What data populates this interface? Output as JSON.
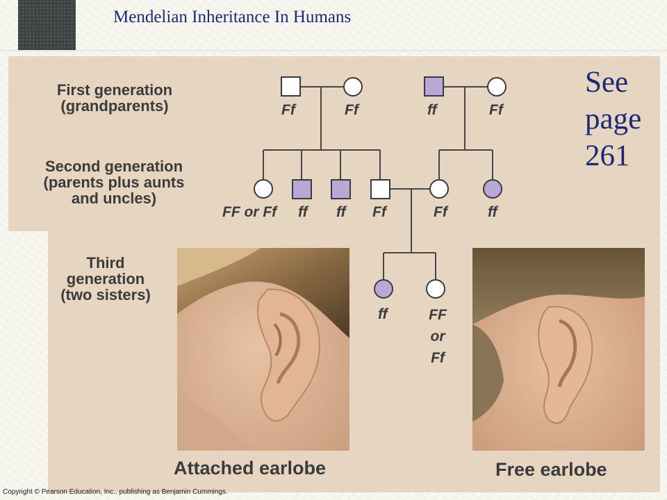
{
  "slide": {
    "title": "Mendelian Inheritance In Humans",
    "see_page": [
      "See",
      "page",
      "261"
    ],
    "copyright": "Copyright © Pearson Education, Inc., publishing as Benjamin Cummings."
  },
  "pedigree": {
    "generations": [
      {
        "line1": "First generation",
        "line2": "(grandparents)",
        "line3": ""
      },
      {
        "line1": "Second generation",
        "line2": "(parents plus aunts",
        "line3": "and uncles)"
      },
      {
        "line1": "Third",
        "line2": "generation",
        "line3": "(two sisters)"
      }
    ],
    "first_generation": [
      "Ff",
      "Ff",
      "ff",
      "Ff"
    ],
    "second_generation": [
      "FF or Ff",
      "ff",
      "ff",
      "Ff",
      "Ff",
      "ff"
    ],
    "third_generation": [
      "ff",
      "FF",
      "or",
      "Ff"
    ],
    "affected_color": "#b9a8d6",
    "unaffected_color": "#ffffff"
  },
  "photos": {
    "attached_caption": "Attached earlobe",
    "free_caption": "Free earlobe"
  },
  "colors": {
    "panel": "#e6d5c0",
    "title": "#1b2a78"
  }
}
